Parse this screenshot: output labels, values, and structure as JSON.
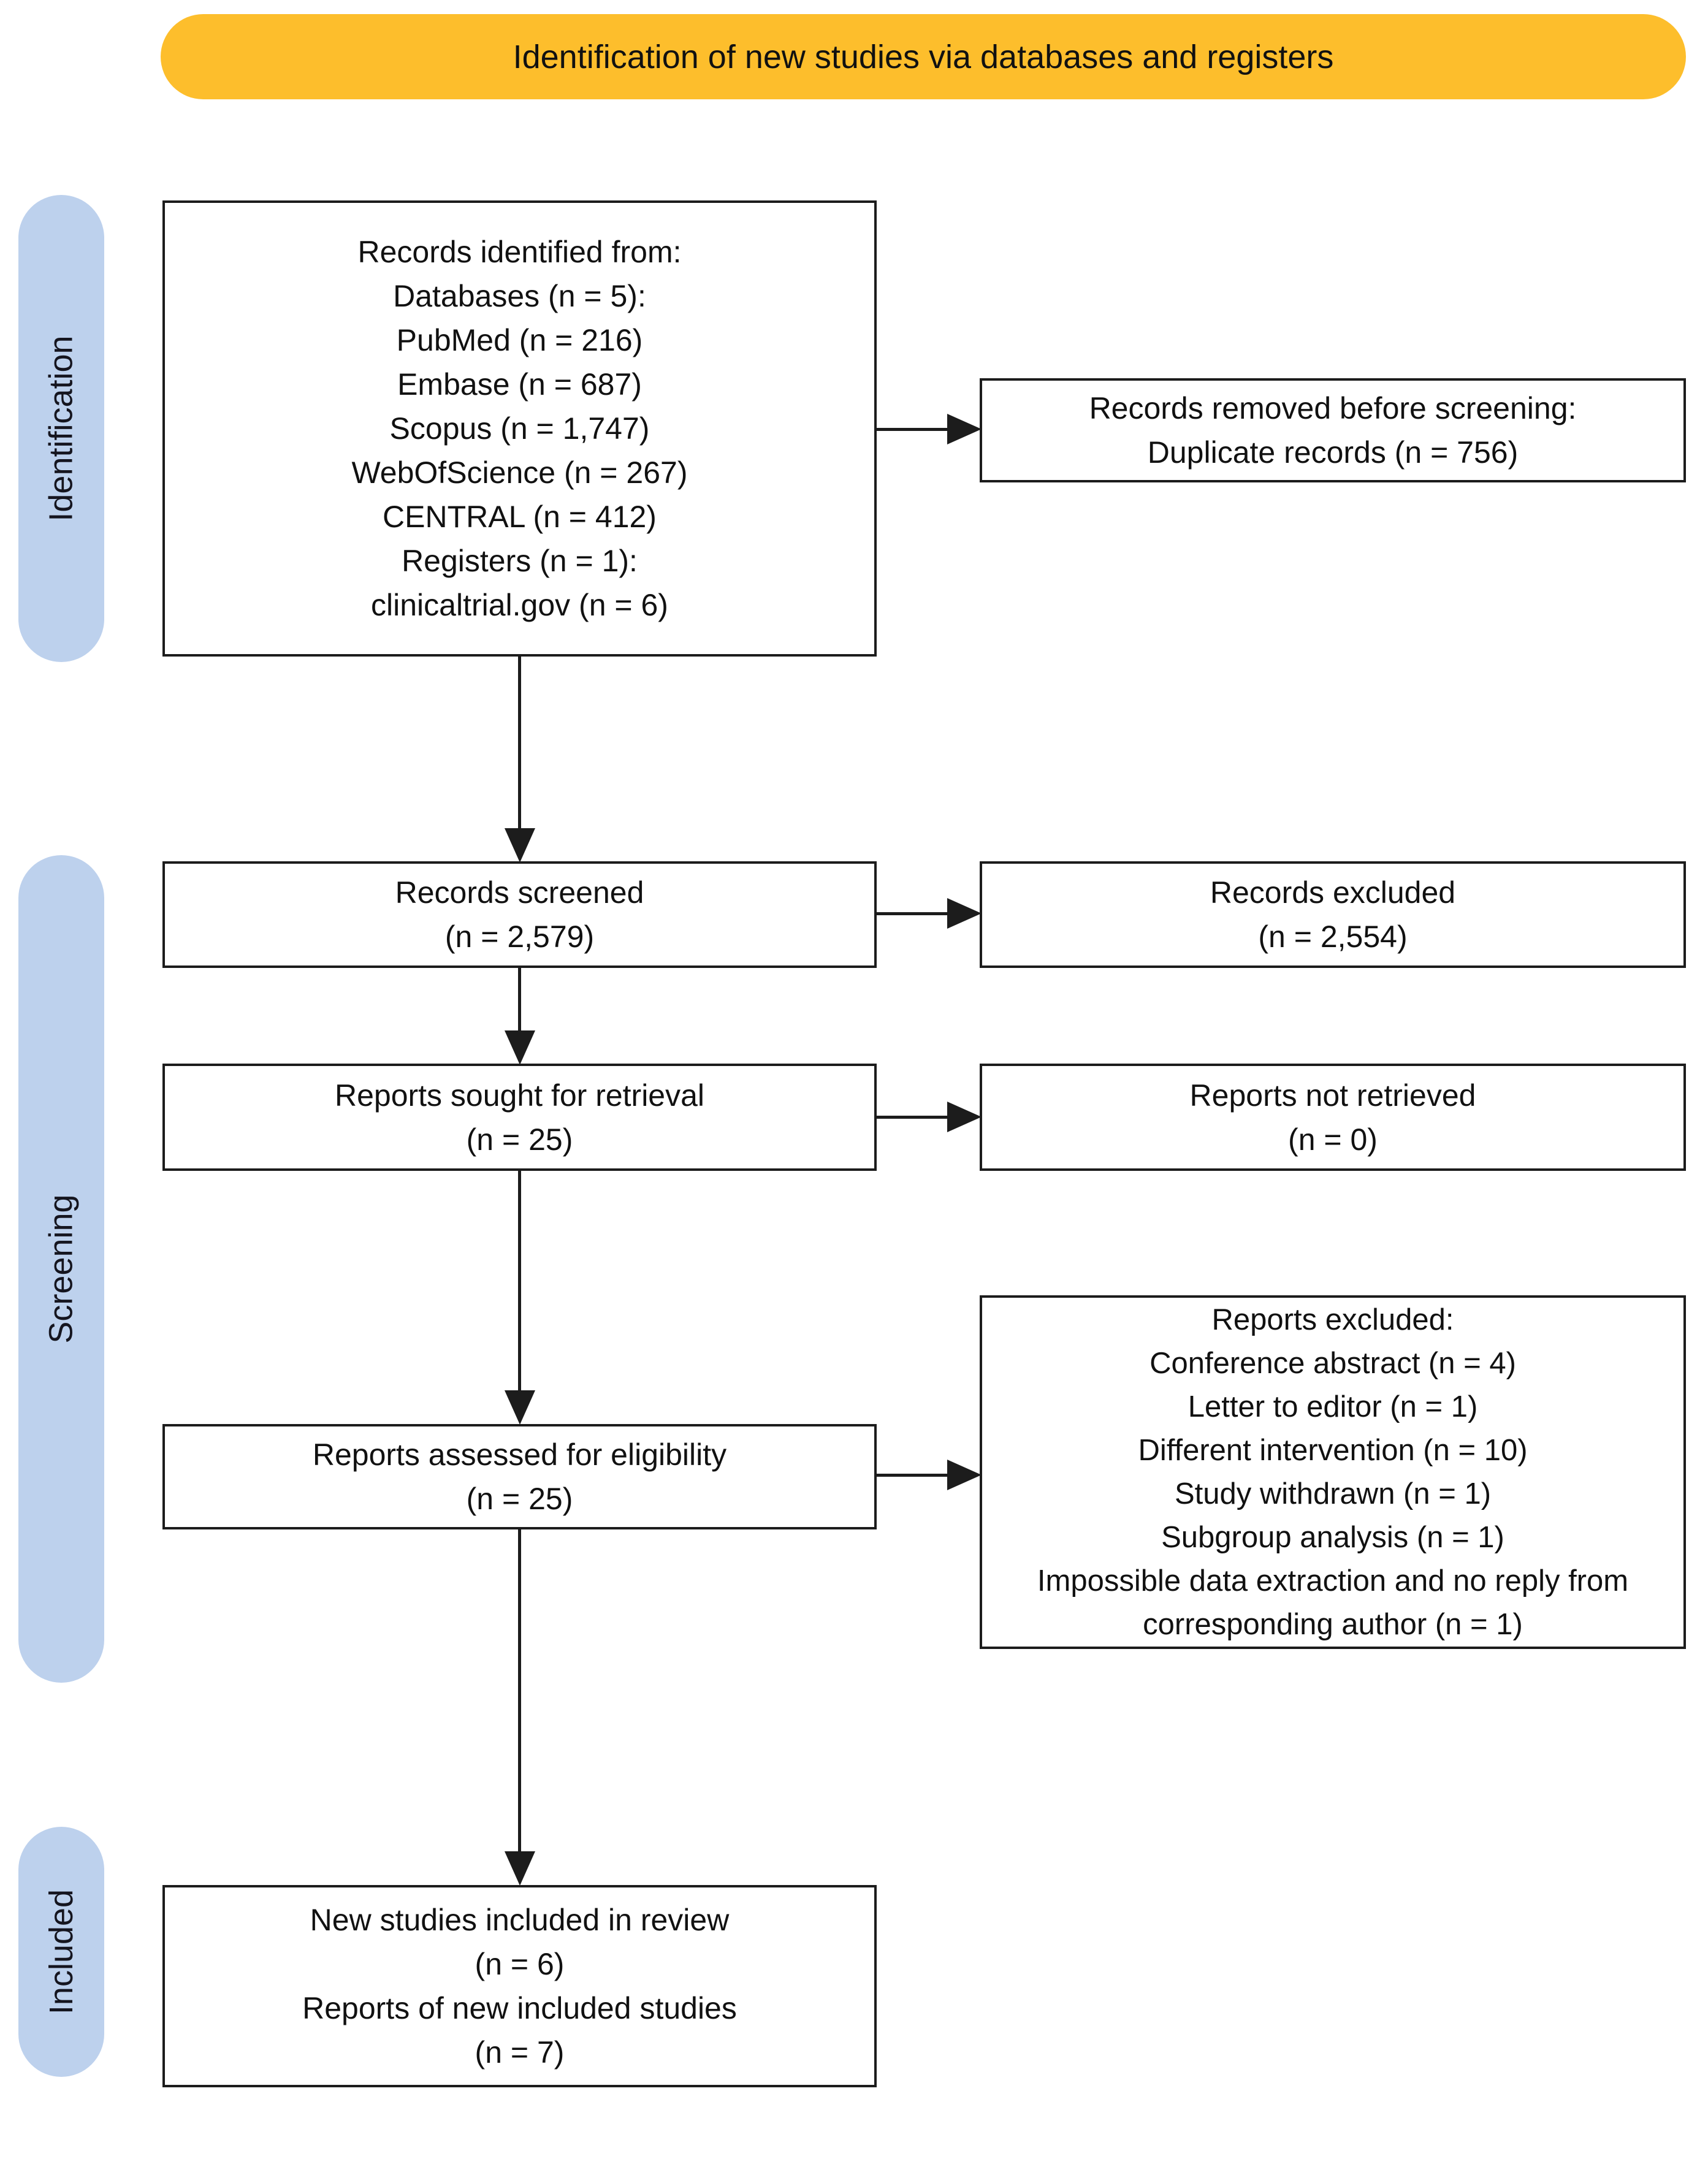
{
  "banner": {
    "label": "Identification of new studies via databases and registers"
  },
  "colors": {
    "banner_bg": "#FDBE2C",
    "stage_bar_bg": "#BDD1ED",
    "box_border": "#1c1c1c",
    "box_bg": "#ffffff",
    "arrow": "#1c1c1c"
  },
  "stages": [
    {
      "label": "Identification"
    },
    {
      "label": "Screening"
    },
    {
      "label": "Included"
    }
  ],
  "boxes": {
    "identified": {
      "lines": [
        "Records identified from:",
        "Databases (n = 5):",
        "PubMed (n = 216)",
        "Embase (n = 687)",
        "Scopus (n = 1,747)",
        "WebOfScience (n = 267)",
        "CENTRAL (n = 412)",
        "Registers (n = 1):",
        "clinicaltrial.gov (n = 6)"
      ]
    },
    "removed": {
      "lines": [
        "Records removed before screening:",
        "Duplicate records (n = 756)"
      ]
    },
    "screened": {
      "lines": [
        "Records screened",
        "(n = 2,579)"
      ]
    },
    "excluded": {
      "lines": [
        "Records excluded",
        "(n = 2,554)"
      ]
    },
    "sought": {
      "lines": [
        "Reports sought for retrieval",
        "(n = 25)"
      ]
    },
    "not_retrieved": {
      "lines": [
        "Reports not retrieved",
        "(n = 0)"
      ]
    },
    "assessed": {
      "lines": [
        "Reports assessed for eligibility",
        "(n = 25)"
      ]
    },
    "reports_excluded": {
      "lines": [
        "Reports excluded:",
        "Conference abstract (n = 4)",
        "Letter to editor (n = 1)",
        "Different intervention (n = 10)",
        "Study withdrawn (n = 1)",
        "Subgroup analysis (n = 1)",
        "Impossible data extraction and no reply from corresponding author (n = 1)"
      ]
    },
    "new_studies": {
      "lines": [
        "New studies included in review",
        "(n = 6)",
        "Reports of new included studies",
        "(n = 7)"
      ]
    }
  }
}
